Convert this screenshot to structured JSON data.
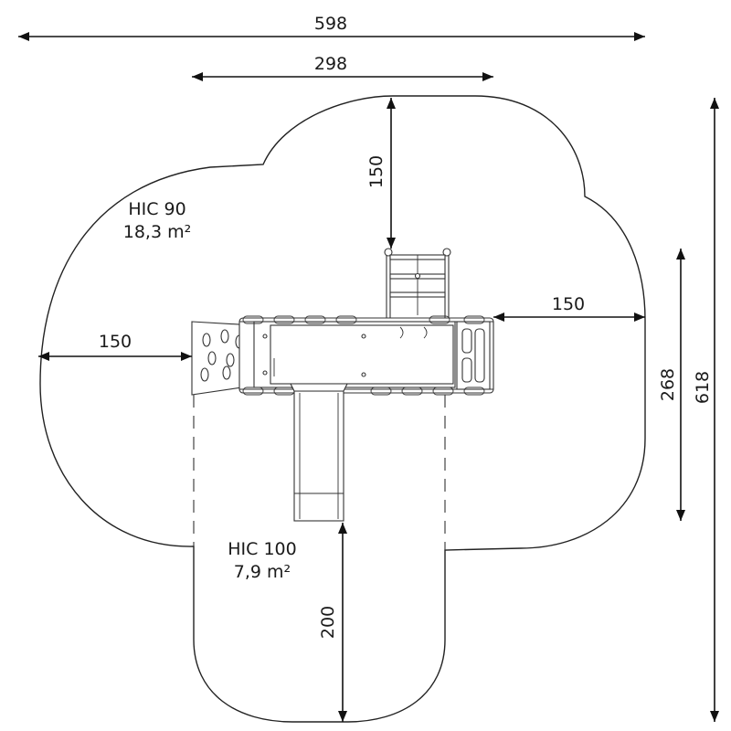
{
  "dimensions": {
    "total_width": "598",
    "platform_width": "298",
    "top_clearance": "150",
    "right_clearance": "150",
    "left_clearance": "150",
    "zone_height": "268",
    "total_height": "618",
    "slide_clearance": "200"
  },
  "zones": {
    "main": {
      "hic": "HIC 90",
      "area": "18,3 m²"
    },
    "slide": {
      "hic": "HIC 100",
      "area": "7,9 m²"
    }
  }
}
